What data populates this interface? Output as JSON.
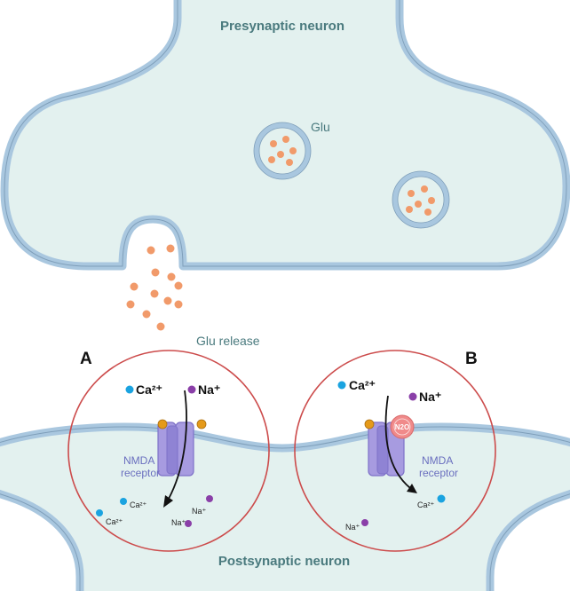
{
  "labels": {
    "presynaptic": "Presynaptic neuron",
    "postsynaptic": "Postsynaptic neuron",
    "glu": "Glu",
    "glu_release": "Glu release"
  },
  "panel_a": {
    "letter": "A",
    "ca_outside": "Ca²⁺",
    "na_outside": "Na⁺",
    "receptor_line1": "NMDA",
    "receptor_line2": "receptor",
    "ca_inside_1": "Ca²⁺",
    "ca_inside_2": "Ca²⁺",
    "na_inside_1": "Na⁺",
    "na_inside_2": "Na⁺"
  },
  "panel_b": {
    "letter": "B",
    "ca_outside": "Ca²⁺",
    "na_outside": "Na⁺",
    "blocker": "N2O",
    "receptor_line1": "NMDA",
    "receptor_line2": "receptor",
    "ca_inside": "Ca²⁺",
    "na_inside": "Na⁺"
  },
  "colors": {
    "cell_fill": "#e3f1ef",
    "membrane": "#a9c7df",
    "membrane_line": "#6f8fae",
    "glutamate": "#f19a6a",
    "calcium": "#1aa3e0",
    "sodium": "#8a3fa8",
    "receptor": "#a79be0",
    "receptor_site": "#e59a1a",
    "n2o": "#f08a8a",
    "circle_outline": "#cc4b4b"
  }
}
